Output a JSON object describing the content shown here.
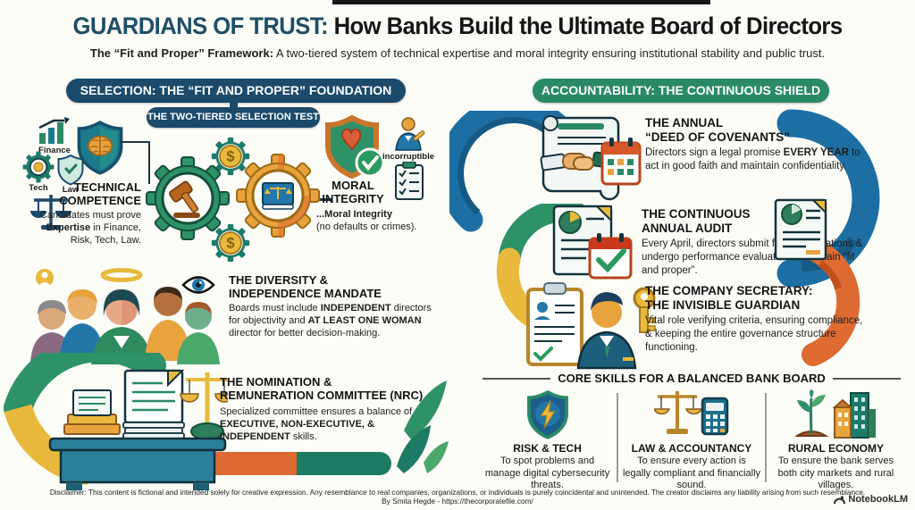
{
  "header": {
    "title_accent": "GUARDIANS OF TRUST:",
    "title_rest": " How Banks Build the Ultimate Board of Directors",
    "subtitle_bold": "The “Fit and Proper” Framework:",
    "subtitle_rest": " A two-tiered system of technical expertise and moral integrity ensuring institutional stability and public trust."
  },
  "selection": {
    "header": "SELECTION: THE “FIT AND PROPER” FOUNDATION",
    "subheader": "THE TWO-TIERED SELECTION TEST",
    "icon_labels": {
      "finance": "Finance",
      "tech": "Tech",
      "law": "Law"
    },
    "technical": {
      "title_line1": "TECHNICAL",
      "title_line2": "COMPETENCE",
      "body_pre": "Candidates must prove ",
      "body_bold": "Expertise",
      "body_post": " in Finance, Risk, Tech, Law."
    },
    "moral": {
      "title_line1": "MORAL",
      "title_line2": "INTEGRITY",
      "incorruptible_label": "incorruptible",
      "body_bold": "...Moral Integrity",
      "body_rest": "(no defaults or crimes)."
    },
    "diversity": {
      "title_line1": "THE DIVERSITY &",
      "title_line2": "INDEPENDENCE MANDATE",
      "body_pre": "Boards must include ",
      "body_bold1": "INDEPENDENT",
      "body_mid": " directors for objectivity and ",
      "body_bold2": "AT LEAST ONE WOMAN",
      "body_post": " director for better decision-making."
    },
    "nrc": {
      "title_line1": "THE NOMINATION &",
      "title_line2": "REMUNERATION COMMITTEE (NRC)",
      "body_pre": "Specialized committee ensures a balance of ",
      "body_bold": "EXECUTIVE, NON-EXECUTIVE, & INDEPENDENT",
      "body_post": " skills."
    }
  },
  "accountability": {
    "header": "ACCOUNTABILITY: THE CONTINUOUS SHIELD",
    "deed": {
      "title_line1": "THE ANNUAL",
      "title_line2": "“DEED OF COVENANTS”",
      "body_pre": "Directors sign a legal promise ",
      "body_bold": "EVERY YEAR",
      "body_post": " to act in good faith and maintain confidentiality."
    },
    "audit": {
      "title_line1": "THE CONTINUOUS",
      "title_line2": "ANNUAL AUDIT",
      "body": "Every April, directors submit fresh declarations & undergo performance evaluations to remain “fit and proper”."
    },
    "secretary": {
      "title_line1": "THE COMPANY SECRETARY:",
      "title_line2": "THE INVISIBLE GUARDIAN",
      "body": "Vital role verifying criteria, ensuring compliance, & keeping the entire governance structure functioning."
    },
    "core_skills": {
      "heading": "CORE SKILLS FOR A BALANCED BANK BOARD",
      "skills": [
        {
          "title": "RISK & TECH",
          "body": "To spot problems and manage digital cybersecurity threats."
        },
        {
          "title": "LAW & ACCOUNTANCY",
          "body": "To ensure every action is legally compliant and financially sound."
        },
        {
          "title": "RURAL ECONOMY",
          "body": "To ensure the bank serves both city markets and rural villages."
        }
      ]
    }
  },
  "footer": {
    "disclaimer": "Disclaimer: This content is fictional and intended solely for creative expression. Any resemblance to real companies, organizations, or individuals is purely coincidental and unintended. The creator disclaims any liability arising from such resemblance.",
    "byline": "By Smita Hegde - https://thecorporatefile.com/",
    "brand": "NotebookLM"
  },
  "colors": {
    "navy_pill": "#1b4a6b",
    "green_pill": "#2a8a66",
    "title_accent": "#1d4f66",
    "arc_blue": "#1d6fa3",
    "arc_green": "#2e9267",
    "arc_yellow": "#e8b93c",
    "arc_orange": "#dd6b32",
    "coin_gold": "#e8b93c"
  }
}
